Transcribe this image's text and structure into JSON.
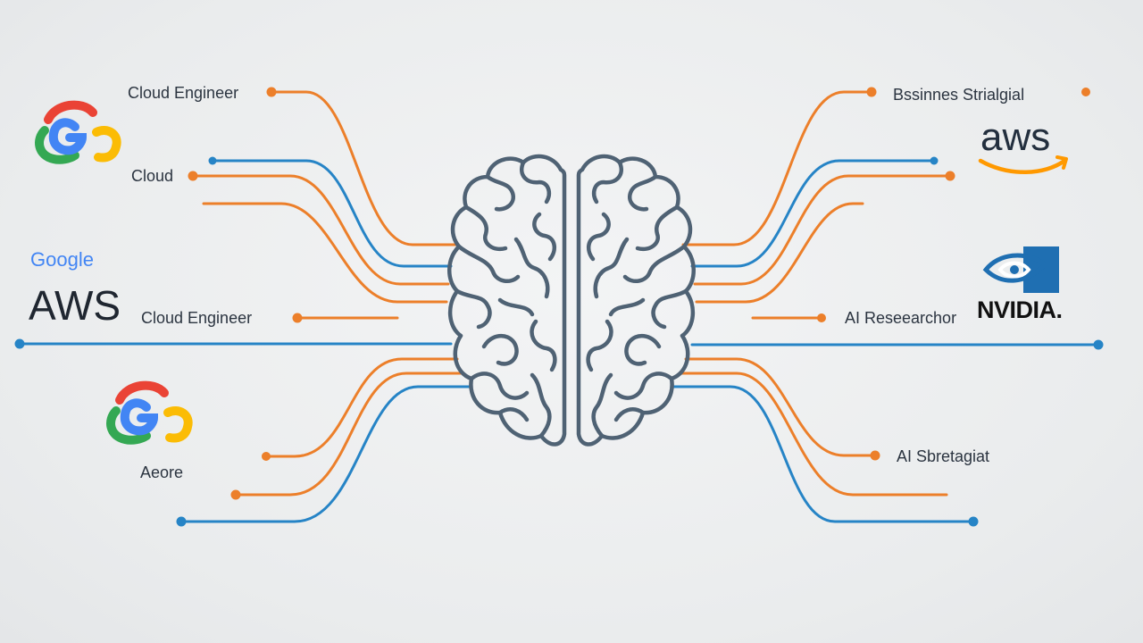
{
  "colors": {
    "orange": "#ec7f2a",
    "blue": "#2684c6",
    "brain": "#4f6274",
    "text": "#2b3440",
    "google_blue": "#4285f4",
    "google_red": "#ea4335",
    "google_yellow": "#fbbc05",
    "google_green": "#34a853",
    "aws_orange": "#ff9900",
    "nvidia_green": "#1f6fb2"
  },
  "labels": {
    "left_top": "Cloud Engineer",
    "left_cloud": "Cloud",
    "left_mid": "Cloud Engineer",
    "left_bottom": "Aeore",
    "right_top": "Bssinnes Strialgial",
    "right_mid": "AI Reseearchor",
    "right_bottom": "AI Sbretagiat"
  },
  "logos": {
    "google_text": "Google",
    "aws_left": "AWS",
    "aws_right": "aws",
    "nvidia": "NVIDIA."
  },
  "icons": {
    "google_cloud": "google-cloud-icon",
    "nvidia_eye": "nvidia-eye-icon",
    "aws_smile": "aws-smile-icon",
    "brain": "brain-icon"
  }
}
